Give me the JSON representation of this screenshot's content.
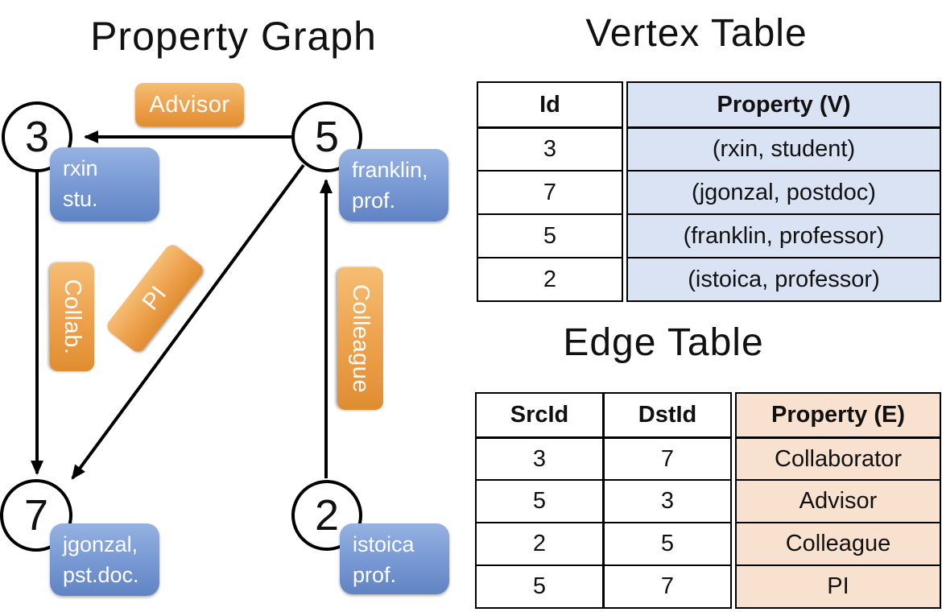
{
  "graph": {
    "title": "Property Graph",
    "nodes": [
      {
        "id": "3",
        "property_lines": [
          "rxin",
          "stu."
        ]
      },
      {
        "id": "5",
        "property_lines": [
          "franklin,",
          "prof."
        ]
      },
      {
        "id": "7",
        "property_lines": [
          "jgonzal,",
          "pst.doc."
        ]
      },
      {
        "id": "2",
        "property_lines": [
          "istoica",
          "prof."
        ]
      }
    ],
    "edge_labels": [
      {
        "edge": "5-3",
        "label": "Advisor"
      },
      {
        "edge": "3-7",
        "label": "Collab."
      },
      {
        "edge": "5-7",
        "label": "PI"
      },
      {
        "edge": "2-5",
        "label": "Colleague"
      }
    ]
  },
  "vertex_table": {
    "title": "Vertex Table",
    "columns": {
      "id": "Id",
      "property": "Property (V)"
    },
    "rows": [
      {
        "id": "3",
        "property": "(rxin, student)"
      },
      {
        "id": "7",
        "property": "(jgonzal, postdoc)"
      },
      {
        "id": "5",
        "property": "(franklin, professor)"
      },
      {
        "id": "2",
        "property": "(istoica, professor)"
      }
    ]
  },
  "edge_table": {
    "title": "Edge Table",
    "columns": {
      "src": "SrcId",
      "dst": "DstId",
      "property": "Property (E)"
    },
    "rows": [
      {
        "src": "3",
        "dst": "7",
        "property": "Collaborator"
      },
      {
        "src": "5",
        "dst": "3",
        "property": "Advisor"
      },
      {
        "src": "2",
        "dst": "5",
        "property": "Colleague"
      },
      {
        "src": "5",
        "dst": "7",
        "property": "PI"
      }
    ]
  },
  "colors": {
    "edge_label_orange": "#eda04b",
    "property_box_blue": "#7b9cd6",
    "vertex_cell_fill": "#dae3f3",
    "edge_cell_fill": "#f8e2cf",
    "line_black": "#000000"
  }
}
